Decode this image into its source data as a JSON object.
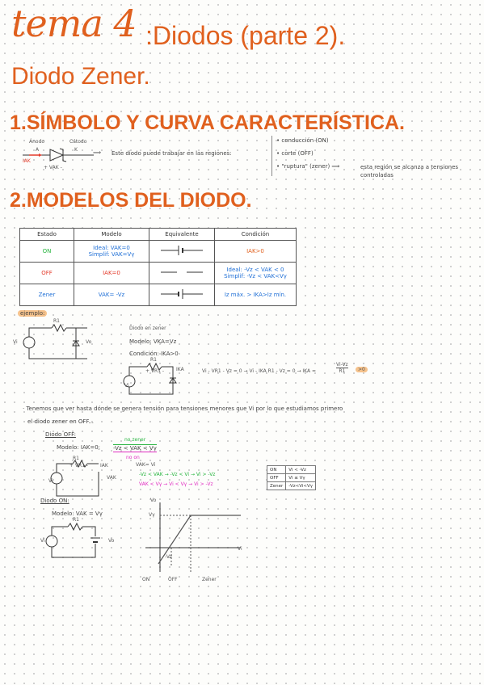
{
  "title": {
    "tema": "tema 4",
    "rest": ":Diodos (parte 2)."
  },
  "subtitle": "Diodo Zener.",
  "section1": {
    "heading": "1.SÍMBOLO Y CURVA CARACTERÍSTICA.",
    "anodo": "Ánodo",
    "catodo": "Cátodo",
    "A": "A",
    "K": "K",
    "iak": "IAK",
    "vak": "+ VAK -",
    "sentence": "Este diodo puede trabajar en las regiones:",
    "regions": [
      "conducción (ON)",
      "corte (OFF)",
      "\"ruptura\" (zener)"
    ],
    "note": "esta región se alcanza a tensiones controladas"
  },
  "section2": {
    "heading": "2.MODELOS DEL DIODO.",
    "table": {
      "headers": [
        "Estado",
        "Modelo",
        "Equivalente",
        "Condición"
      ],
      "rows": [
        {
          "estado": "ON",
          "modelo": [
            "Ideal: VAK=0",
            "Simplif: VAK=Vγ"
          ],
          "condicion": [
            "IAK>0"
          ]
        },
        {
          "estado": "OFF",
          "modelo": [
            "IAK=0"
          ],
          "condicion": [
            "Ideal: -Vz < VAK < 0",
            "Simplif: -Vz < VAK<Vγ"
          ]
        },
        {
          "estado": "Zener",
          "modelo": [
            "VAK= -Vz"
          ],
          "condicion": [
            "Iz máx. > IKA>Iz mín."
          ]
        }
      ]
    }
  },
  "example": {
    "label": "ejemplo:",
    "r1": "R1",
    "vi": "Vi",
    "vo": "Vo",
    "zener_note": "Diodo en zener",
    "model": "Modelo: VKA=Vz",
    "condition": "Condición: IKA>0",
    "ika": "IKA",
    "vr1": "+ VR1 -",
    "equation": "Vi - VR1 - Vz = 0 → Vi - IKA R1 - Vz = 0 → IKA =",
    "frac_num": "Vi-Vz",
    "frac_den": "R1",
    "gt0": ">0"
  },
  "discussion": {
    "line1": "Tenemos que ver hasta dónde se genera tensión para tensiones menores que Vi por lo que estudiamos primero",
    "line2": "el diodo zener en OFF..."
  },
  "off_case": {
    "label": "Diodo OFF:",
    "model": "Modelo: IAK=0;",
    "cond": "-Vz < VAK < Vγ",
    "no_zener": "no zener",
    "no_on": "no on",
    "r1": "R1",
    "vr1": "+ VR1 -",
    "iak": "IAK",
    "vak": "VAK",
    "vi": "Vi",
    "step1": "VAK= Vi",
    "step2": "-Vz < VAK → -Vz < Vi → Vi > -Vz",
    "step3": "VAK < Vγ → Vi < Vγ → Vi > -Vz",
    "table": [
      [
        "ON",
        "Vi < -Vz"
      ],
      [
        "OFF",
        "Vi ≤ Vγ"
      ],
      [
        "Zener",
        "-Vz<Vi<Vγ"
      ]
    ]
  },
  "on_case": {
    "label": "Diodo ON:",
    "model": "Modelo: VAK = Vγ",
    "r1": "R1",
    "vi": "Vi",
    "vo": "Vo",
    "graph_vo": "Vo",
    "graph_vi": "Vi",
    "graph_vy": "Vγ",
    "graph_neg_vz": "-Vz",
    "region_on": "ON",
    "region_off": "OFF",
    "region_zener": "Zener"
  },
  "colors": {
    "accent": "#e0601e",
    "green": "#27b43f",
    "blue": "#1f6fd6",
    "red": "#e33a2a",
    "highlight": "#f6c28b"
  }
}
